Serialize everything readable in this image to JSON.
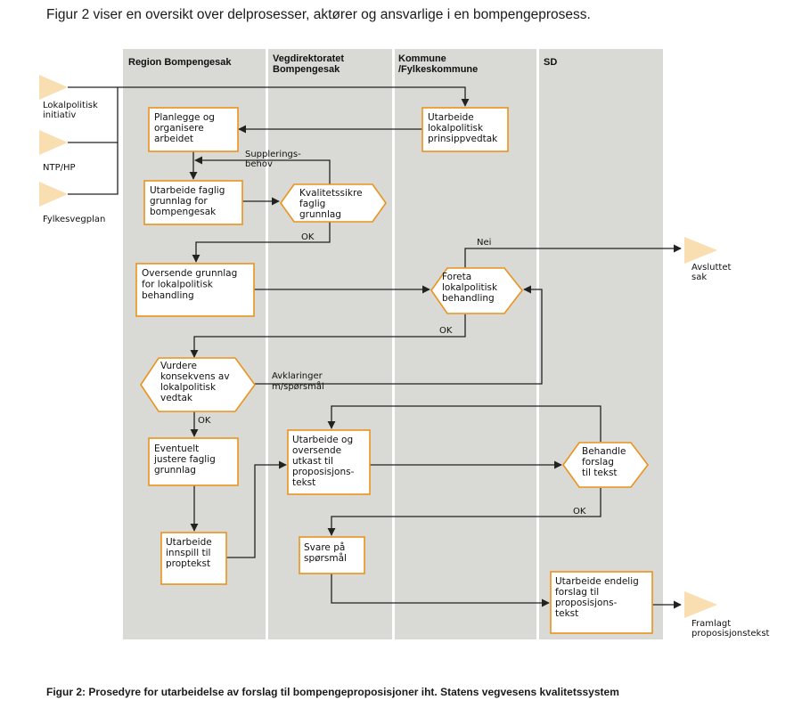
{
  "intro": "Figur 2 viser en oversikt over delprosesser, aktører og ansvarlige i en bompengeprosess.",
  "caption": "Figur 2: Prosedyre for utarbeidelse av forslag til bompengeproposisjoner iht. Statens vegvesens kvalitetssystem",
  "lanes": [
    {
      "lines": [
        "Region Bompengesak"
      ]
    },
    {
      "lines": [
        "Vegdirektoratet",
        "Bompengesak"
      ]
    },
    {
      "lines": [
        "Kommune",
        "/Fylkeskommune"
      ]
    },
    {
      "lines": [
        "SD"
      ]
    }
  ],
  "inputs": [
    {
      "lines": [
        "Lokalpolitisk",
        "initiativ"
      ]
    },
    {
      "lines": [
        "NTP/HP"
      ]
    },
    {
      "lines": [
        "Fylkesvegplan"
      ]
    }
  ],
  "outputs": [
    {
      "lines": [
        "Avsluttet",
        "sak"
      ]
    },
    {
      "lines": [
        "Framlagt",
        "proposisjonstekst"
      ]
    }
  ],
  "boxes": {
    "planlegge": [
      "Planlegge og",
      "organisere",
      "arbeidet"
    ],
    "faglig": [
      "Utarbeide faglig",
      "grunnlag for",
      "bompengesak"
    ],
    "prinsipp": [
      "Utarbeide",
      "lokalpolitisk",
      "prinsippvedtak"
    ],
    "oversende": [
      "Oversende grunnlag",
      "for lokalpolitisk",
      "behandling"
    ],
    "justere": [
      "Eventuelt",
      "justere faglig",
      "grunnlag"
    ],
    "innspill": [
      "Utarbeide",
      "innspill til",
      "proptekst"
    ],
    "utkast": [
      "Utarbeide og",
      "oversende",
      "utkast til",
      "proposisjons-",
      "tekst"
    ],
    "svare": [
      "Svare på",
      "spørsmål"
    ],
    "endelig": [
      "Utarbeide endelig",
      "forslag til",
      "proposisjons-",
      "tekst"
    ]
  },
  "decisions": {
    "kvalitet": [
      "Kvalitetssikre",
      "faglig",
      "grunnlag"
    ],
    "foreta": [
      "Foreta",
      "lokalpolitisk",
      "behandling"
    ],
    "vurdere": [
      "Vurdere",
      "konsekvens av",
      "lokalpolitisk",
      "vedtak"
    ],
    "behandle": [
      "Behandle",
      "forslag",
      "til tekst"
    ]
  },
  "labels": {
    "supplering": [
      "Supplerings-",
      "behov"
    ],
    "ok1": "OK",
    "nei": "Nei",
    "ok2": "OK",
    "avklaringer": [
      "Avklaringer",
      "m/spørsmål"
    ],
    "ok3": "OK",
    "ok4": "OK"
  }
}
